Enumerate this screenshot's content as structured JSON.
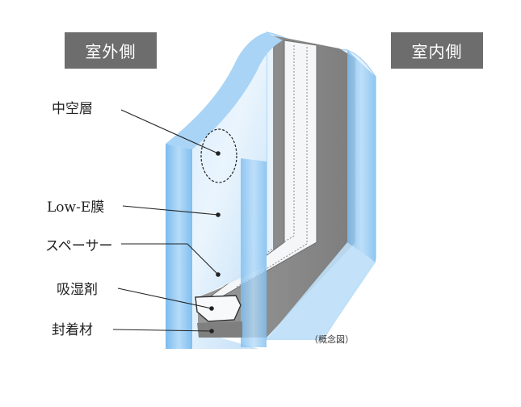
{
  "labels": {
    "outdoor_side": "室外側",
    "indoor_side": "室内側",
    "air_layer": "中空層",
    "low_e_film": "Low-E膜",
    "spacer": "スペーサー",
    "desiccant": "吸湿剤",
    "sealant": "封着材",
    "note": "（概念図）"
  },
  "colors": {
    "tag_bg": "#6d6d6d",
    "glass_light": "#d9ecfa",
    "glass_edge": "#8fc7f1",
    "frame_gray": "#8f8f8f",
    "leader_line": "#222222"
  }
}
